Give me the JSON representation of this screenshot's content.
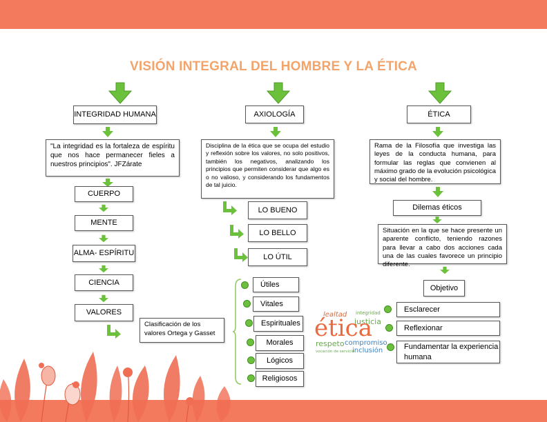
{
  "colors": {
    "accent": "#f47a5d",
    "title": "#f2a46b",
    "arrow": "#6cc13c",
    "arrowDark": "#4e9a2a",
    "dot": "#6fbf3f"
  },
  "title": "VISIÓN INTEGRAL DEL HOMBRE Y LA ÉTICA",
  "columns": {
    "integridad": {
      "header": "INTEGRIDAD HUMANA",
      "quote": "\"La integridad es la fortaleza de espíritu que nos hace permanecer fieles a nuestros principios\". JFZárate",
      "items": [
        "CUERPO",
        "MENTE",
        "ALMA- ESPÍRITU",
        "CIENCIA",
        "VALORES"
      ],
      "clasificacion": "Clasificación de los valores Ortega y Gasset"
    },
    "axiologia": {
      "header": "AXIOLOGÍA",
      "definition": "Disciplina de la ética que se ocupa del estudio y reflexión sobre los valores, no solo positivos, también los negativos, analizando los principios que permiten considerar que algo es o no valioso, y considerando los fundamentos de tal juicio.",
      "items": [
        "LO BUENO",
        "LO BELLO",
        "LO ÚTIL"
      ],
      "valores": [
        "Útiles",
        "Vitales",
        "Espirituales",
        "Morales",
        "Lógicos",
        "Religiosos"
      ]
    },
    "etica": {
      "header": "ÉTICA",
      "definition": "Rama de la Filosofía que investiga las leyes de la conducta humana, para formular las reglas que convienen al máximo grado de la evolución psicológica y social del hombre.",
      "dilemas": "Dilemas éticos",
      "dilemas_def": "Situación en la que se hace presente un aparente conflicto, teniendo razones para llevar a cabo dos acciones cada una de las cuales favorece un principio diferente.",
      "objetivo": "Objetivo",
      "objetivos": [
        "Esclarecer",
        "Reflexionar",
        "Fundamentar la experiencia humana"
      ]
    }
  },
  "logo": {
    "main": "ética",
    "words": [
      "lealtad",
      "integridad",
      "justicia",
      "respeto",
      "compromiso",
      "vocación de servicio",
      "inclusión"
    ]
  }
}
